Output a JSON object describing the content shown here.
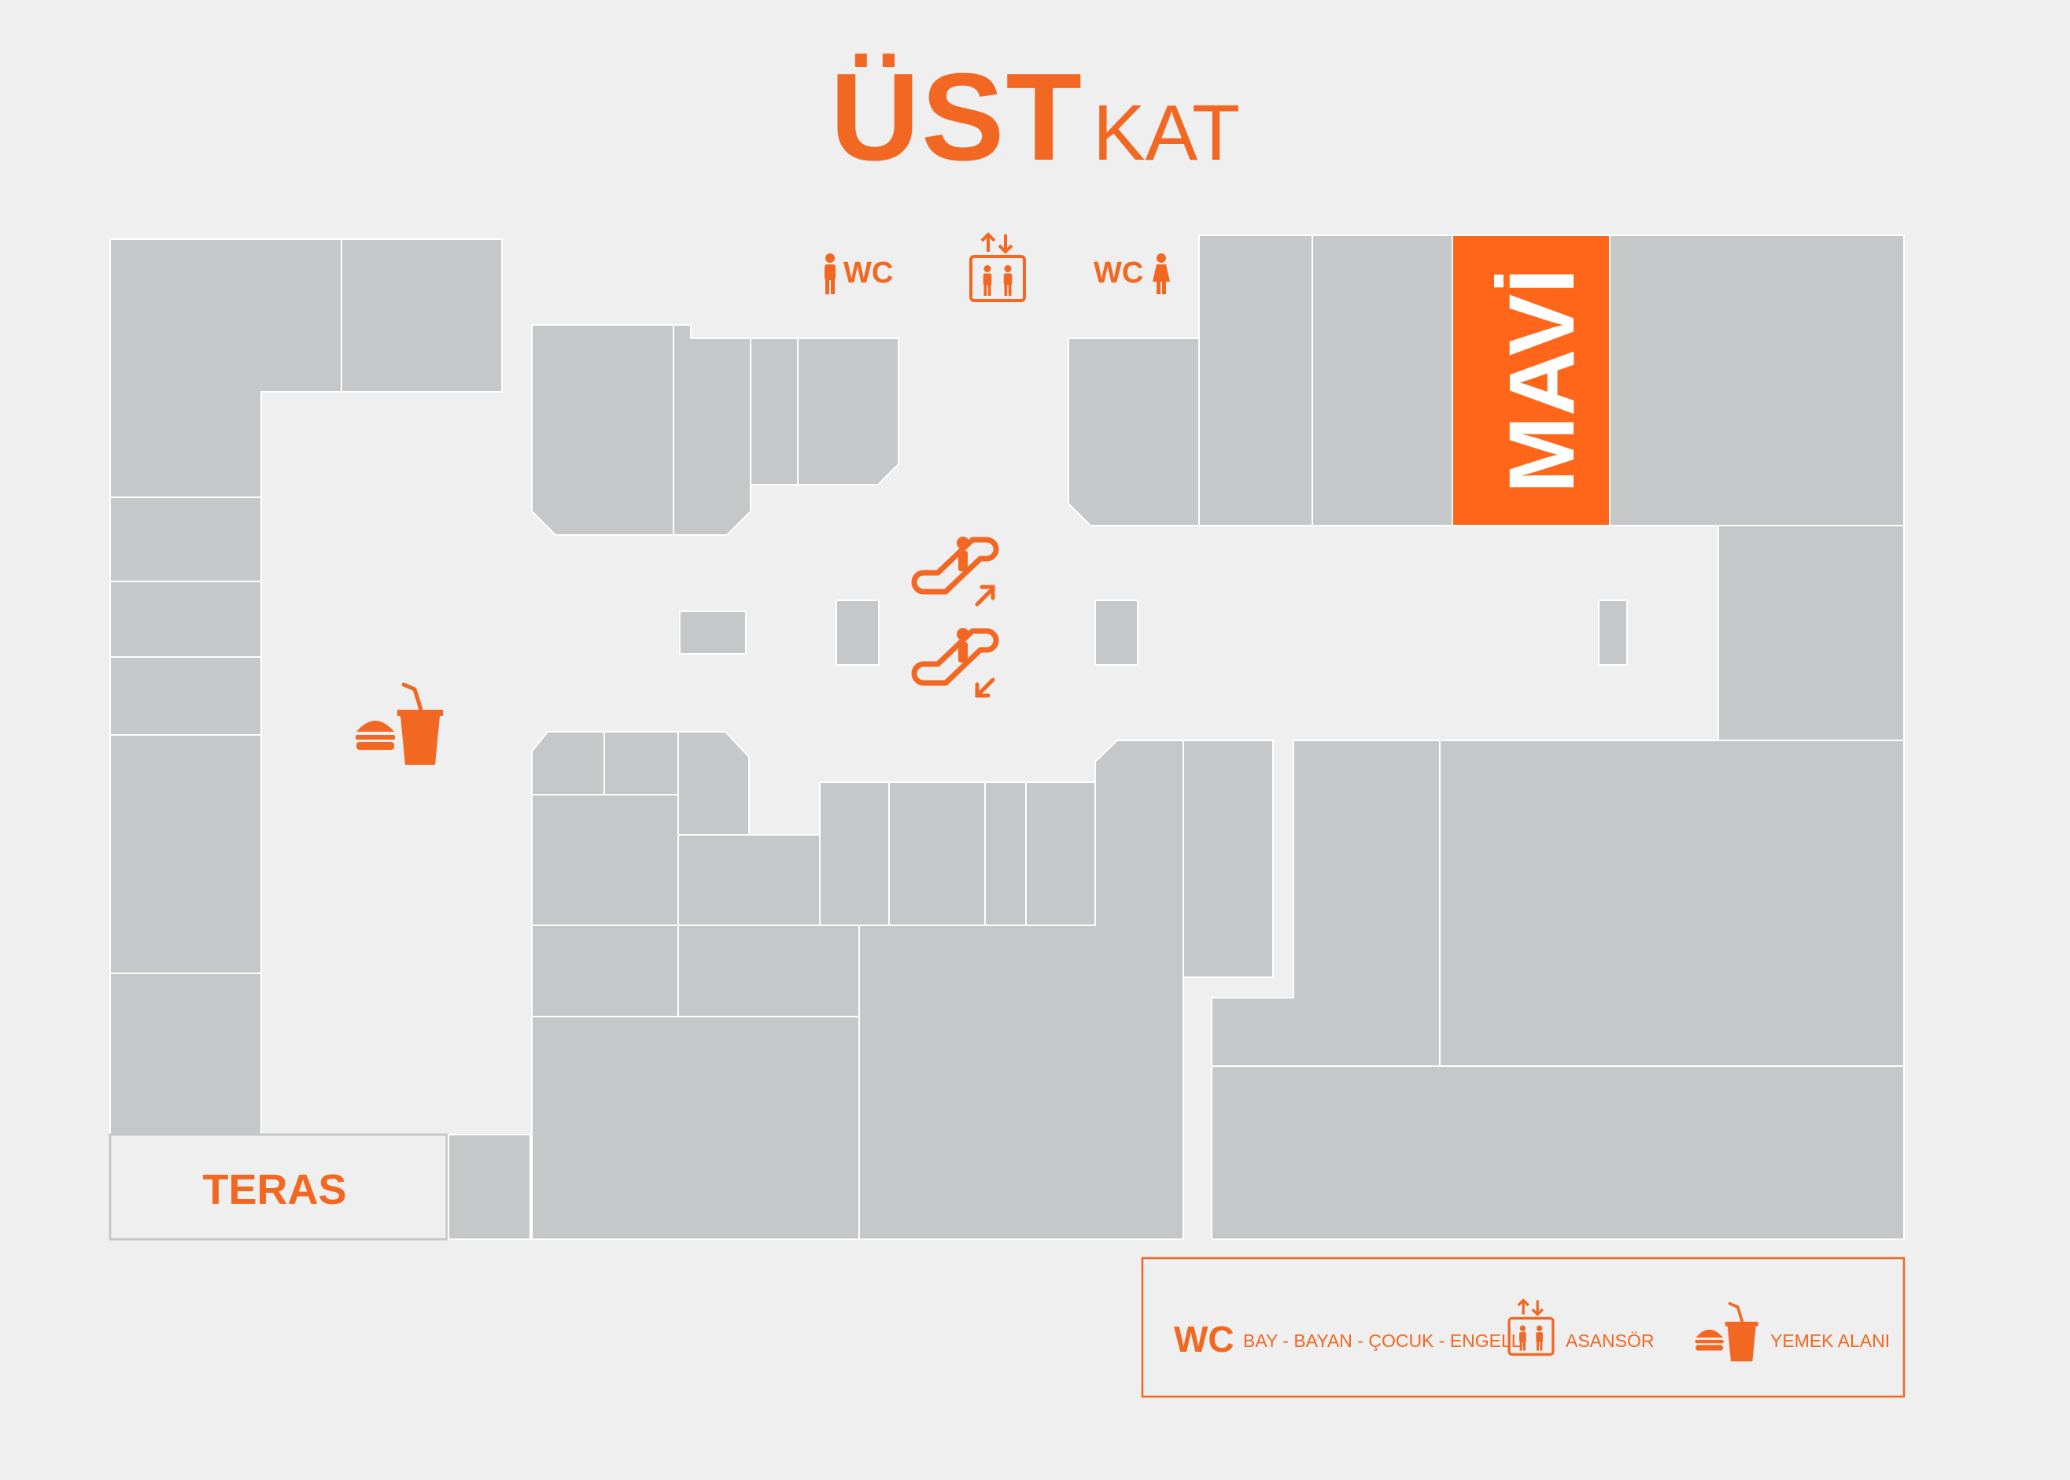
{
  "title": {
    "bold": "ÜST",
    "light": "KAT"
  },
  "stores": {
    "highlight": {
      "name": "MAVİ",
      "color": "#f26722"
    },
    "terrace": "TERAS"
  },
  "facilities": {
    "wc_left": "WC",
    "wc_right": "WC",
    "icons": [
      "male-wc-icon",
      "female-wc-icon",
      "elevator-icon",
      "escalator-up-icon",
      "escalator-down-icon",
      "food-court-icon"
    ]
  },
  "legend": {
    "wc_symbol": "WC",
    "wc_label": "BAY - BAYAN - ÇOCUK - ENGELLİ",
    "elevator_label": "ASANSÖR",
    "food_label": "YEMEK ALANI"
  },
  "colors": {
    "accent": "#f26722",
    "shop": "#c6c7c8",
    "background": "#eeefee"
  }
}
